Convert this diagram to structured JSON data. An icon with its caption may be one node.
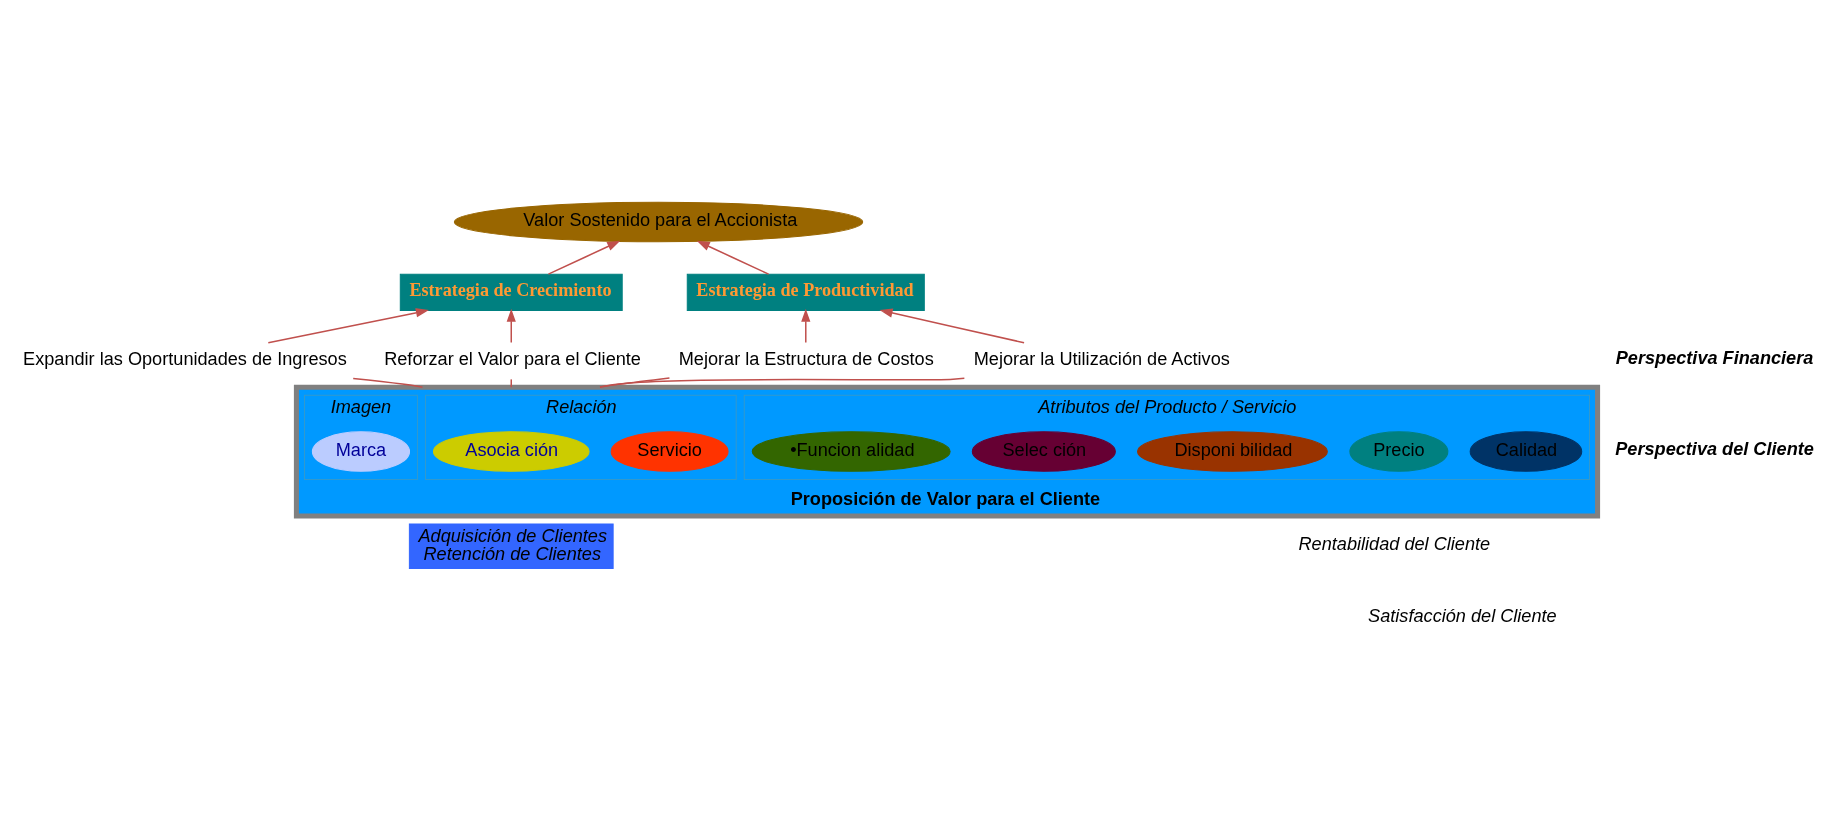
{
  "diagram": {
    "nodes": [
      {
        "text": [
          "Valor Sostenido para el Accionista"
        ]
      },
      {
        "text": [
          "Estrategia de Productividad"
        ]
      },
      {
        "text": [
          "Estrategia de Crecimiento"
        ]
      },
      {
        "text": [
          "Mejorar la Estructura de Costos"
        ]
      },
      {
        "text": [
          "Mejorar la Utilización de Activos"
        ]
      },
      {
        "text": [
          "Expandir las Oportunidades de Ingresos"
        ]
      },
      {
        "text": [
          "Reforzar el Valor para el Cliente"
        ]
      },
      {
        "text": [
          "Proposición de Valor para el Cliente"
        ]
      },
      {
        "text": [
          "Atributos del Producto / Servicio"
        ],
        "in": 7
      },
      {
        "text": [
          "Precio"
        ],
        "in": 8
      },
      {
        "text": [
          "Calidad"
        ],
        "in": 8
      },
      {
        "text": [
          "Disponi bilidad"
        ],
        "in": 8
      },
      {
        "text": [
          "Selec ción"
        ],
        "in": 8
      },
      {
        "text": [
          "•Funcion alidad"
        ],
        "in": 8
      },
      {
        "text": [
          "Relación"
        ],
        "in": 7
      },
      {
        "text": [
          "Servicio"
        ],
        "in": 14
      },
      {
        "text": [
          "Asocia ción"
        ],
        "in": 14
      },
      {
        "text": [
          "Imagen"
        ],
        "in": 7
      },
      {
        "text": [
          "Marca"
        ],
        "in": 17
      },
      {
        "text": [
          "Adquisición de Clientes",
          "Retención de Clientes"
        ]
      }
    ],
    "edges": [
      {
        "from": 1,
        "to": 0,
        "arrow": "to"
      },
      {
        "from": 2,
        "to": 0,
        "arrow": "to"
      },
      {
        "from": 3,
        "to": 1,
        "arrow": "to"
      },
      {
        "from": 4,
        "to": 1,
        "arrow": "to"
      },
      {
        "from": 5,
        "to": 2,
        "arrow": "to"
      },
      {
        "from": 6,
        "to": 2,
        "arrow": "to"
      },
      {
        "from": 7,
        "to": 3,
        "arrow": "none"
      },
      {
        "from": 7,
        "to": 4,
        "arrow": "none"
      },
      {
        "from": 7,
        "to": 5,
        "arrow": "none"
      },
      {
        "from": 7,
        "to": 6,
        "arrow": "none"
      }
    ],
    "labels": [
      "Perspectiva Financiera",
      "Perspectiva del Cliente",
      "Rentabilidad del Cliente",
      "Satisfacción del Cliente"
    ]
  }
}
